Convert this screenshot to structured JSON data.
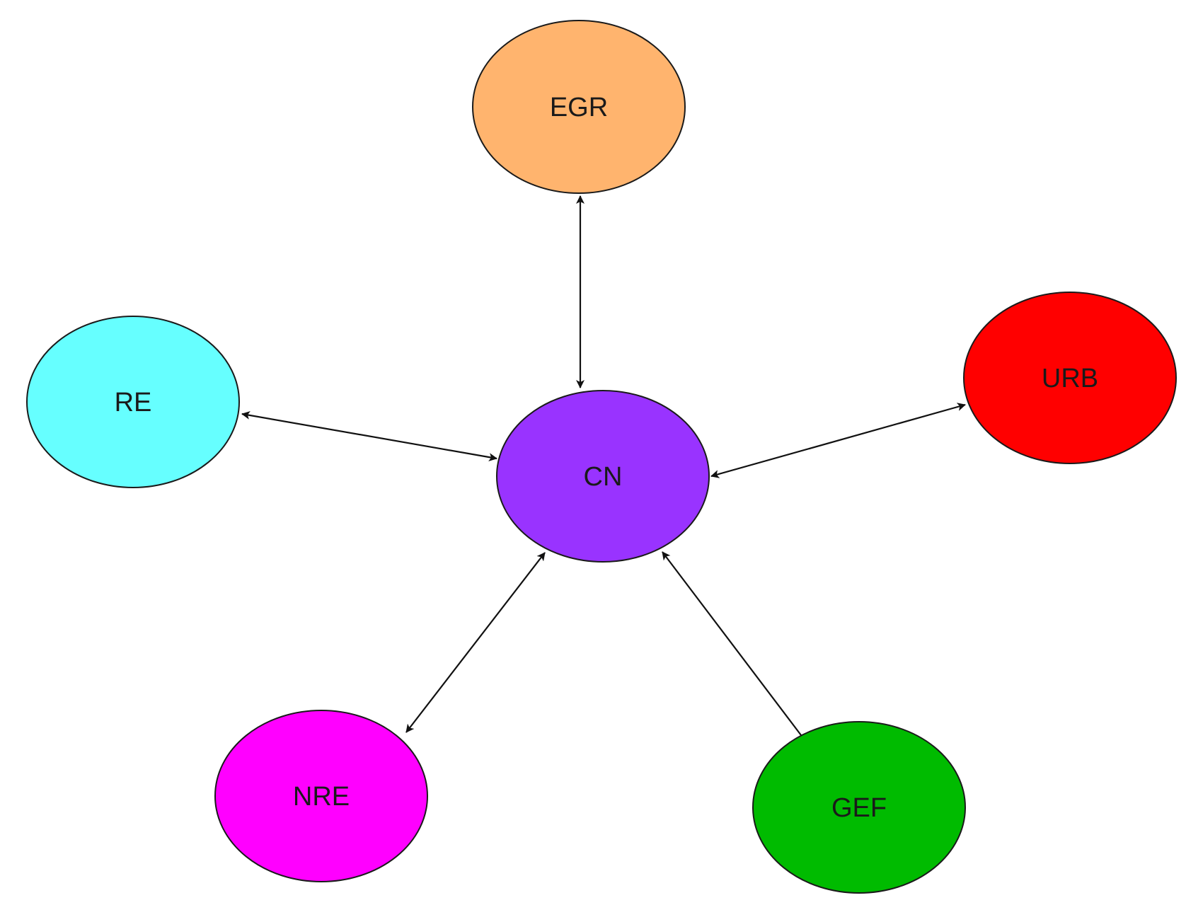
{
  "diagram": {
    "nodes": [
      {
        "id": "EGR",
        "label": "EGR",
        "color": "#FFB46E"
      },
      {
        "id": "RE",
        "label": "RE",
        "color": "#66FFFF"
      },
      {
        "id": "CN",
        "label": "CN",
        "color": "#9933FF"
      },
      {
        "id": "URB",
        "label": "URB",
        "color": "#FF0000"
      },
      {
        "id": "NRE",
        "label": "NRE",
        "color": "#FF00FF"
      },
      {
        "id": "GEF",
        "label": "GEF",
        "color": "#00BB00"
      }
    ],
    "edges": [
      {
        "from": "EGR",
        "to": "CN",
        "direction": "both"
      },
      {
        "from": "RE",
        "to": "CN",
        "direction": "both"
      },
      {
        "from": "URB",
        "to": "CN",
        "direction": "both"
      },
      {
        "from": "NRE",
        "to": "CN",
        "direction": "both"
      },
      {
        "from": "GEF",
        "to": "CN",
        "direction": "forward"
      }
    ]
  }
}
